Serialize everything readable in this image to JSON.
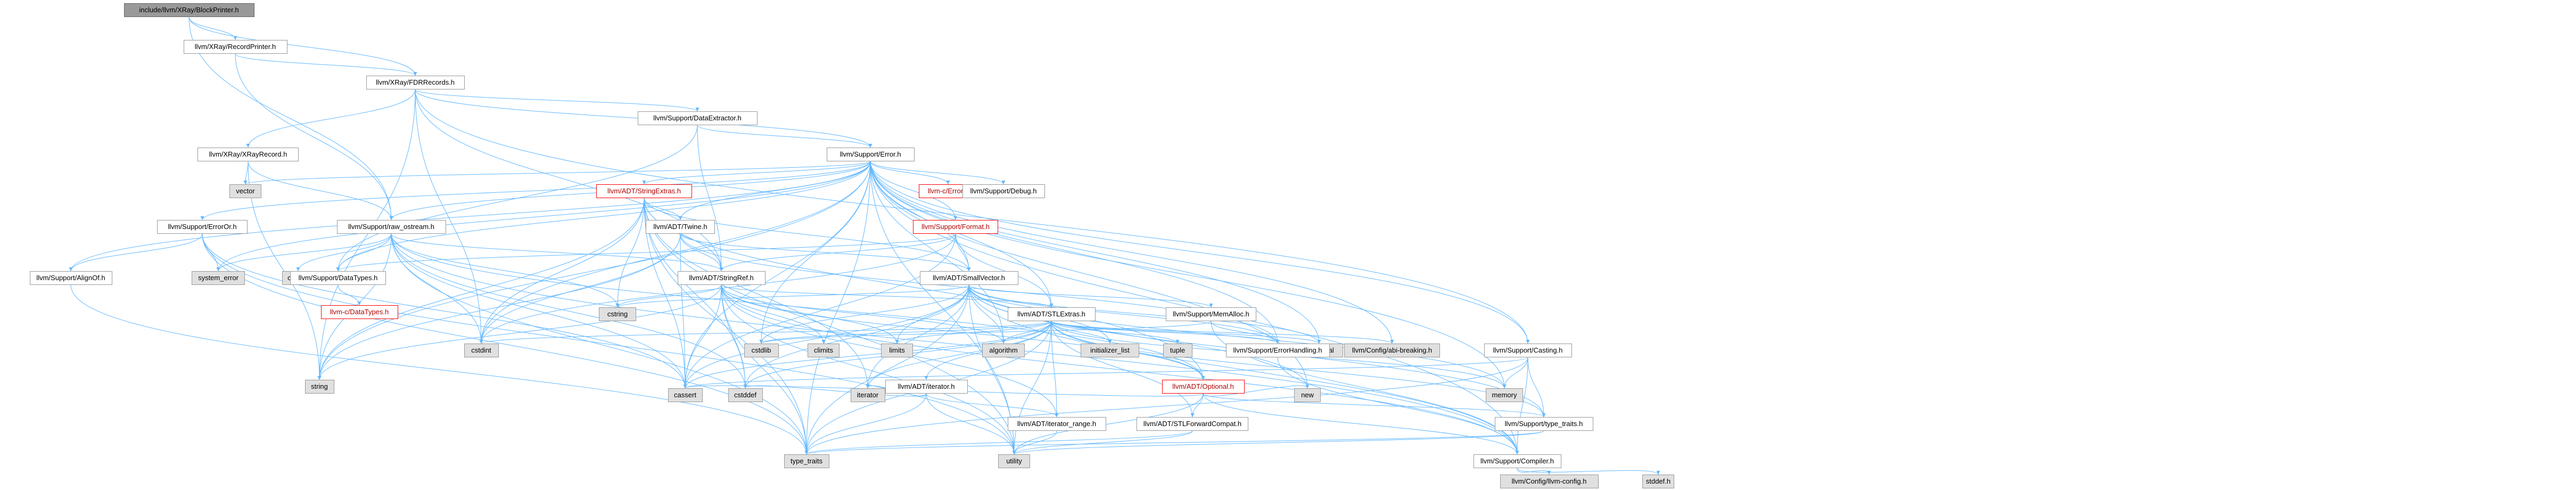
{
  "graph": {
    "edge_color": "#63b8ff",
    "nodes": [
      {
        "id": "root",
        "label": "include/llvm/XRay/BlockPrinter.h",
        "kind": "root"
      },
      {
        "id": "recordprinter",
        "label": "llvm/XRay/RecordPrinter.h",
        "kind": "normal"
      },
      {
        "id": "fdrrecords",
        "label": "llvm/XRay/FDRRecords.h",
        "kind": "normal"
      },
      {
        "id": "xrayrecord",
        "label": "llvm/XRay/XRayRecord.h",
        "kind": "normal"
      },
      {
        "id": "dataextractor",
        "label": "llvm/Support/DataExtractor.h",
        "kind": "normal"
      },
      {
        "id": "error",
        "label": "llvm/Support/Error.h",
        "kind": "normal"
      },
      {
        "id": "vector",
        "label": "vector",
        "kind": "system"
      },
      {
        "id": "stringextras",
        "label": "llvm/ADT/StringExtras.h",
        "kind": "red"
      },
      {
        "id": "llvmcerror",
        "label": "llvm-c/Error.h",
        "kind": "red"
      },
      {
        "id": "debug",
        "label": "llvm/Support/Debug.h",
        "kind": "normal"
      },
      {
        "id": "format",
        "label": "llvm/Support/Format.h",
        "kind": "red"
      },
      {
        "id": "erroror",
        "label": "llvm/Support/ErrorOr.h",
        "kind": "normal"
      },
      {
        "id": "rawostream",
        "label": "llvm/Support/raw_ostream.h",
        "kind": "normal"
      },
      {
        "id": "twine",
        "label": "llvm/ADT/Twine.h",
        "kind": "normal"
      },
      {
        "id": "alignof",
        "label": "llvm/Support/AlignOf.h",
        "kind": "normal"
      },
      {
        "id": "systemerror",
        "label": "system_error",
        "kind": "system"
      },
      {
        "id": "chrono",
        "label": "chrono",
        "kind": "system"
      },
      {
        "id": "datatypes",
        "label": "llvm/Support/DataTypes.h",
        "kind": "normal"
      },
      {
        "id": "stringref",
        "label": "llvm/ADT/StringRef.h",
        "kind": "normal"
      },
      {
        "id": "smallvector",
        "label": "llvm/ADT/SmallVector.h",
        "kind": "normal"
      },
      {
        "id": "cdatatypes",
        "label": "llvm-c/DataTypes.h",
        "kind": "red"
      },
      {
        "id": "cstring",
        "label": "cstring",
        "kind": "system"
      },
      {
        "id": "cstdint",
        "label": "cstdint",
        "kind": "system"
      },
      {
        "id": "climits",
        "label": "climits",
        "kind": "system"
      },
      {
        "id": "stlextras",
        "label": "llvm/ADT/STLExtras.h",
        "kind": "normal"
      },
      {
        "id": "memalloc",
        "label": "llvm/Support/MemAlloc.h",
        "kind": "normal"
      },
      {
        "id": "cstdlib",
        "label": "cstdlib",
        "kind": "system"
      },
      {
        "id": "limits",
        "label": "limits",
        "kind": "system"
      },
      {
        "id": "algorithm",
        "label": "algorithm",
        "kind": "system"
      },
      {
        "id": "initlist",
        "label": "initializer_list",
        "kind": "system"
      },
      {
        "id": "tuple",
        "label": "tuple",
        "kind": "system"
      },
      {
        "id": "functional",
        "label": "functional",
        "kind": "system"
      },
      {
        "id": "abibreaking",
        "label": "llvm/Config/abi-breaking.h",
        "kind": "system"
      },
      {
        "id": "optional",
        "label": "llvm/ADT/Optional.h",
        "kind": "red"
      },
      {
        "id": "iteratorh",
        "label": "llvm/ADT/iterator.h",
        "kind": "normal"
      },
      {
        "id": "errorhandling",
        "label": "llvm/Support/ErrorHandling.h",
        "kind": "normal"
      },
      {
        "id": "casting",
        "label": "llvm/Support/Casting.h",
        "kind": "normal"
      },
      {
        "id": "string",
        "label": "string",
        "kind": "system"
      },
      {
        "id": "cassert",
        "label": "cassert",
        "kind": "system"
      },
      {
        "id": "cstddef",
        "label": "cstddef",
        "kind": "system"
      },
      {
        "id": "iterator",
        "label": "iterator",
        "kind": "system"
      },
      {
        "id": "iteratorrange",
        "label": "llvm/ADT/iterator_range.h",
        "kind": "normal"
      },
      {
        "id": "stlforward",
        "label": "llvm/ADT/STLForwardCompat.h",
        "kind": "normal"
      },
      {
        "id": "new",
        "label": "new",
        "kind": "system"
      },
      {
        "id": "memory",
        "label": "memory",
        "kind": "system"
      },
      {
        "id": "typetraitsh",
        "label": "llvm/Support/type_traits.h",
        "kind": "normal"
      },
      {
        "id": "typetraits",
        "label": "type_traits",
        "kind": "system"
      },
      {
        "id": "utility",
        "label": "utility",
        "kind": "system"
      },
      {
        "id": "compiler",
        "label": "llvm/Support/Compiler.h",
        "kind": "normal"
      },
      {
        "id": "llvmconfig",
        "label": "llvm/Config/llvm-config.h",
        "kind": "system"
      },
      {
        "id": "cstddefh",
        "label": "stddef.h",
        "kind": "system"
      }
    ],
    "edges": [
      [
        "root",
        "recordprinter"
      ],
      [
        "root",
        "fdrrecords"
      ],
      [
        "root",
        "rawostream"
      ],
      [
        "recordprinter",
        "fdrrecords"
      ],
      [
        "recordprinter",
        "rawostream"
      ],
      [
        "fdrrecords",
        "xrayrecord"
      ],
      [
        "fdrrecords",
        "dataextractor"
      ],
      [
        "fdrrecords",
        "error"
      ],
      [
        "fdrrecords",
        "stringref"
      ],
      [
        "fdrrecords",
        "cstdint"
      ],
      [
        "fdrrecords",
        "string"
      ],
      [
        "fdrrecords",
        "casting"
      ],
      [
        "xrayrecord",
        "vector"
      ],
      [
        "xrayrecord",
        "string"
      ],
      [
        "xrayrecord",
        "rawostream"
      ],
      [
        "dataextractor",
        "error"
      ],
      [
        "dataextractor",
        "stringref"
      ],
      [
        "dataextractor",
        "datatypes"
      ],
      [
        "error",
        "stringextras"
      ],
      [
        "error",
        "llvmcerror"
      ],
      [
        "error",
        "debug"
      ],
      [
        "error",
        "format"
      ],
      [
        "error",
        "erroror"
      ],
      [
        "error",
        "rawostream"
      ],
      [
        "error",
        "twine"
      ],
      [
        "error",
        "alignof"
      ],
      [
        "error",
        "smallvector"
      ],
      [
        "error",
        "stlextras"
      ],
      [
        "error",
        "abibreaking"
      ],
      [
        "error",
        "errorhandling"
      ],
      [
        "error",
        "casting"
      ],
      [
        "error",
        "compiler"
      ],
      [
        "error",
        "algorithm"
      ],
      [
        "error",
        "cassert"
      ],
      [
        "error",
        "cstdint"
      ],
      [
        "error",
        "cstdlib"
      ],
      [
        "error",
        "functional"
      ],
      [
        "error",
        "memory"
      ],
      [
        "error",
        "new"
      ],
      [
        "error",
        "string"
      ],
      [
        "error",
        "systemerror"
      ],
      [
        "error",
        "typetraits"
      ],
      [
        "error",
        "utility"
      ],
      [
        "error",
        "vector"
      ],
      [
        "error",
        "datatypes"
      ],
      [
        "stringextras",
        "stringref"
      ],
      [
        "stringextras",
        "twine"
      ],
      [
        "stringextras",
        "smallvector"
      ],
      [
        "stringextras",
        "cstring"
      ],
      [
        "stringextras",
        "cstdint"
      ],
      [
        "stringextras",
        "cstddef"
      ],
      [
        "stringextras",
        "cassert"
      ],
      [
        "stringextras",
        "string"
      ],
      [
        "stringextras",
        "iterator"
      ],
      [
        "stringextras",
        "utility"
      ],
      [
        "stringextras",
        "typetraits"
      ],
      [
        "stringextras",
        "optional"
      ],
      [
        "format",
        "stringref"
      ],
      [
        "format",
        "stlextras"
      ],
      [
        "format",
        "smallvector"
      ],
      [
        "format",
        "datatypes"
      ],
      [
        "format",
        "cstdint"
      ],
      [
        "format",
        "cassert"
      ],
      [
        "erroror",
        "alignof"
      ],
      [
        "erroror",
        "systemerror"
      ],
      [
        "erroror",
        "typetraits"
      ],
      [
        "erroror",
        "utility"
      ],
      [
        "erroror",
        "cassert"
      ],
      [
        "rawostream",
        "stringref"
      ],
      [
        "rawostream",
        "compiler"
      ],
      [
        "rawostream",
        "datatypes"
      ],
      [
        "rawostream",
        "cstddef"
      ],
      [
        "rawostream",
        "cstdint"
      ],
      [
        "rawostream",
        "cstring"
      ],
      [
        "rawostream",
        "string"
      ],
      [
        "rawostream",
        "systemerror"
      ],
      [
        "rawostream",
        "chrono"
      ],
      [
        "rawostream",
        "typetraits"
      ],
      [
        "rawostream",
        "optional"
      ],
      [
        "rawostream",
        "cassert"
      ],
      [
        "twine",
        "smallvector"
      ],
      [
        "twine",
        "stringref"
      ],
      [
        "twine",
        "errorhandling"
      ],
      [
        "twine",
        "cassert"
      ],
      [
        "twine",
        "cstdint"
      ],
      [
        "twine",
        "string"
      ],
      [
        "alignof",
        "typetraits"
      ],
      [
        "datatypes",
        "cdatatypes"
      ],
      [
        "stringref",
        "stlextras"
      ],
      [
        "stringref",
        "iteratorrange"
      ],
      [
        "stringref",
        "compiler"
      ],
      [
        "stringref",
        "algorithm"
      ],
      [
        "stringref",
        "cassert"
      ],
      [
        "stringref",
        "cstddef"
      ],
      [
        "stringref",
        "cstring"
      ],
      [
        "stringref",
        "limits"
      ],
      [
        "stringref",
        "string"
      ],
      [
        "stringref",
        "typetraits"
      ],
      [
        "stringref",
        "utility"
      ],
      [
        "stringref",
        "optional"
      ],
      [
        "stringref",
        "climits"
      ],
      [
        "smallvector",
        "compiler"
      ],
      [
        "smallvector",
        "memalloc"
      ],
      [
        "smallvector",
        "typetraitsh"
      ],
      [
        "smallvector",
        "algorithm"
      ],
      [
        "smallvector",
        "cassert"
      ],
      [
        "smallvector",
        "cstddef"
      ],
      [
        "smallvector",
        "cstdlib"
      ],
      [
        "smallvector",
        "cstring"
      ],
      [
        "smallvector",
        "functional"
      ],
      [
        "smallvector",
        "initlist"
      ],
      [
        "smallvector",
        "iterator"
      ],
      [
        "smallvector",
        "limits"
      ],
      [
        "smallvector",
        "memory"
      ],
      [
        "smallvector",
        "new"
      ],
      [
        "smallvector",
        "typetraits"
      ],
      [
        "smallvector",
        "utility"
      ],
      [
        "smallvector",
        "errorhandling"
      ],
      [
        "stlextras",
        "optional"
      ],
      [
        "stlextras",
        "stlforward"
      ],
      [
        "stlextras",
        "iteratorh"
      ],
      [
        "stlextras",
        "iteratorrange"
      ],
      [
        "stlextras",
        "abibreaking"
      ],
      [
        "stlextras",
        "errorhandling"
      ],
      [
        "stlextras",
        "algorithm"
      ],
      [
        "stlextras",
        "cassert"
      ],
      [
        "stlextras",
        "cstddef"
      ],
      [
        "stlextras",
        "cstdint"
      ],
      [
        "stlextras",
        "cstdlib"
      ],
      [
        "stlextras",
        "functional"
      ],
      [
        "stlextras",
        "initlist"
      ],
      [
        "stlextras",
        "iterator"
      ],
      [
        "stlextras",
        "limits"
      ],
      [
        "stlextras",
        "memory"
      ],
      [
        "stlextras",
        "tuple"
      ],
      [
        "stlextras",
        "typetraits"
      ],
      [
        "stlextras",
        "utility"
      ],
      [
        "stlextras",
        "typetraitsh"
      ],
      [
        "memalloc",
        "compiler"
      ],
      [
        "memalloc",
        "errorhandling"
      ],
      [
        "memalloc",
        "cstdlib"
      ],
      [
        "optional",
        "compiler"
      ],
      [
        "optional",
        "typetraitsh"
      ],
      [
        "optional",
        "stlforward"
      ],
      [
        "optional",
        "cassert"
      ],
      [
        "optional",
        "new"
      ],
      [
        "optional",
        "utility"
      ],
      [
        "iteratorh",
        "iteratorrange"
      ],
      [
        "iteratorh",
        "cstddef"
      ],
      [
        "iteratorh",
        "iterator"
      ],
      [
        "iteratorh",
        "typetraits"
      ],
      [
        "iteratorh",
        "utility"
      ],
      [
        "errorhandling",
        "compiler"
      ],
      [
        "casting",
        "compiler"
      ],
      [
        "casting",
        "typetraitsh"
      ],
      [
        "casting",
        "cassert"
      ],
      [
        "casting",
        "memory"
      ],
      [
        "casting",
        "typetraits"
      ],
      [
        "iteratorrange",
        "utility"
      ],
      [
        "stlforward",
        "typetraits"
      ],
      [
        "stlforward",
        "utility"
      ],
      [
        "typetraitsh",
        "typetraits"
      ],
      [
        "typetraitsh",
        "utility"
      ],
      [
        "compiler",
        "llvmconfig"
      ],
      [
        "compiler",
        "cstddefh"
      ]
    ]
  }
}
